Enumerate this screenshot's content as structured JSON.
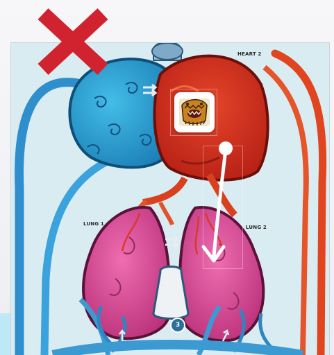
{
  "labels": {
    "heart": "HEART 2",
    "lung_left": "LUNG 1",
    "lung_right": "LUNG 2",
    "chamber_number": "3"
  },
  "icons": {
    "close": "close-x-icon",
    "card": "microbe-monster-icon",
    "drag_hint": "drag-arrow-icon",
    "flow_left": "flow-arrows-icon",
    "flow_right": "flow-arrows-icon"
  },
  "colors": {
    "close_red": "#d0232f",
    "heart_blue": "#2aa6d8",
    "heart_red": "#d8321f",
    "lung_pink": "#d9458f",
    "vein_blue": "#3c9ad2",
    "artery_red": "#e1502a"
  }
}
